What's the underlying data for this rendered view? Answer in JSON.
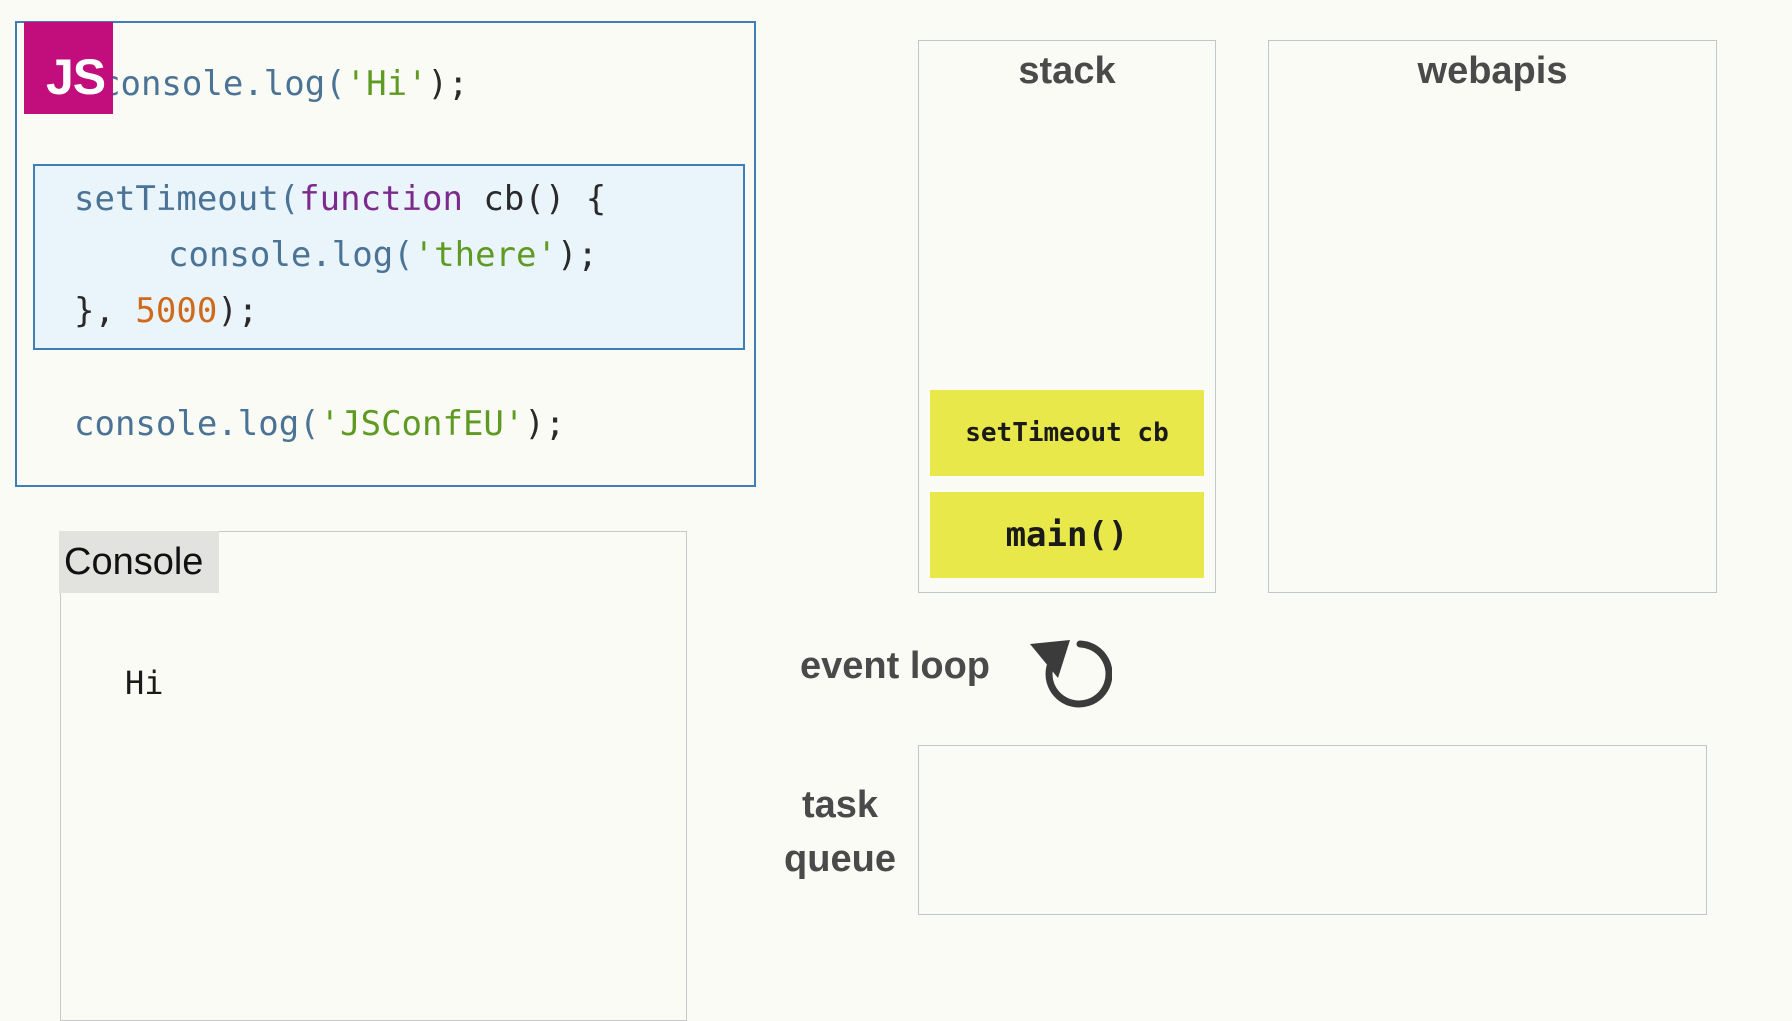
{
  "logo": {
    "text": "JS"
  },
  "code": {
    "line1": {
      "obj": "console",
      "method": ".log(",
      "arg": "'Hi'",
      "end": ");"
    },
    "line2": {
      "fn": "setTimeout(",
      "kw": "function",
      "rest": " cb() {"
    },
    "line3": {
      "obj": "console",
      "method": ".log(",
      "arg": "'there'",
      "end": ");"
    },
    "line4": {
      "open": "}, ",
      "num": "5000",
      "end": ");"
    },
    "line5": {
      "obj": "console",
      "method": ".log(",
      "arg": "'JSConfEU'",
      "end": ");"
    }
  },
  "console": {
    "title": "Console",
    "output": [
      "Hi"
    ]
  },
  "stack": {
    "label": "stack",
    "frames": [
      "setTimeout cb",
      "main()"
    ]
  },
  "webapis": {
    "label": "webapis"
  },
  "event_loop": {
    "label": "event loop",
    "icon": "refresh-icon"
  },
  "task_queue": {
    "label_line1": "task",
    "label_line2": "queue"
  },
  "colors": {
    "frame_fill": "#e8e84a",
    "logo_bg": "#c10e7c",
    "code_border": "#3f7fb6",
    "highlight_bg": "#eaf4fb"
  }
}
